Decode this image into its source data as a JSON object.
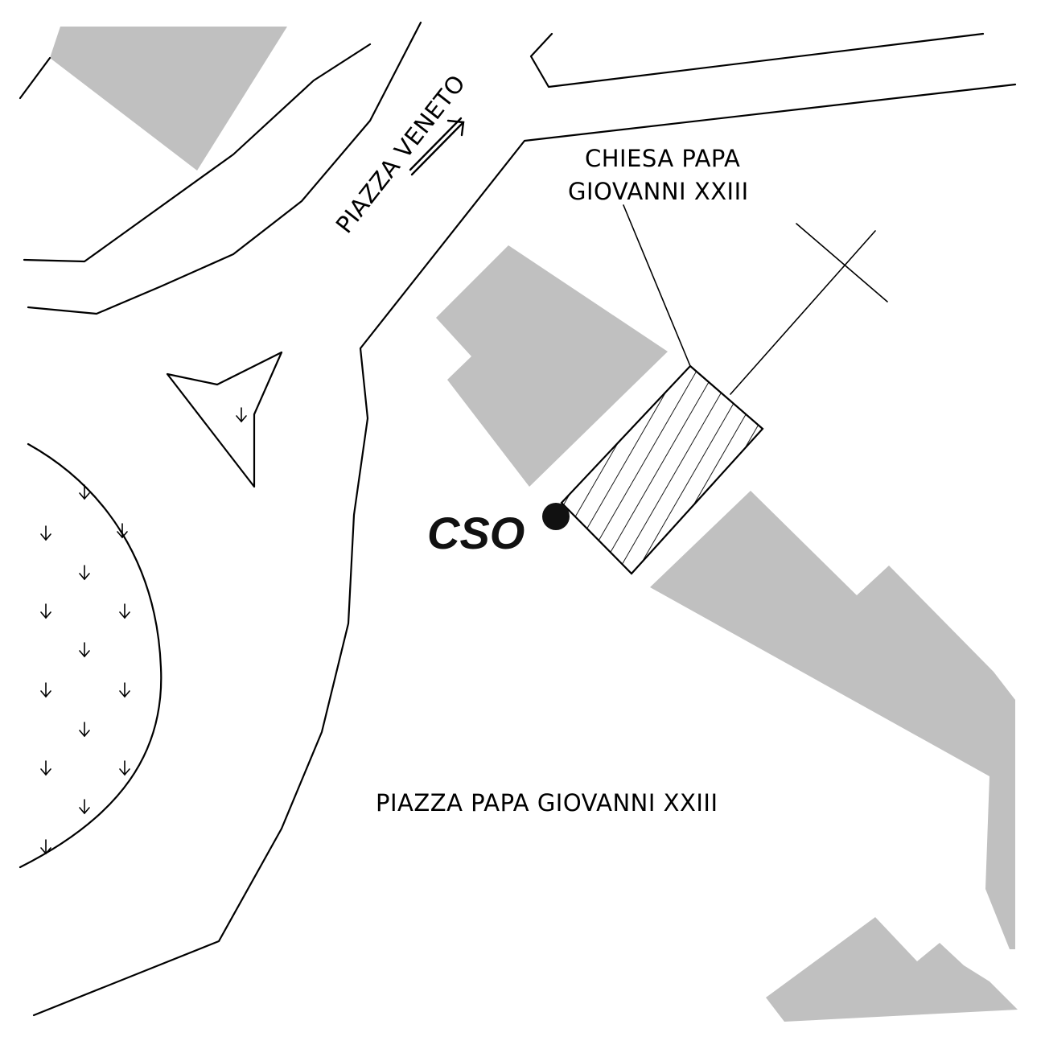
{
  "labels": {
    "piazza_veneto": "PIAZZA VENETO",
    "chiesa_line1": "CHIESA PAPA",
    "chiesa_line2": "GIOVANNI XXIII",
    "piazza_papa": "PIAZZA PAPA GIOVANNI XXIII",
    "cso": "CSO"
  },
  "colors": {
    "building": "#c0c0c0",
    "line": "#000000",
    "background": "#ffffff"
  },
  "symbols": {
    "tree": "down-arrow",
    "church": "hatched-rectangle",
    "cso_marker": "filled-circle",
    "direction": "arrow"
  }
}
